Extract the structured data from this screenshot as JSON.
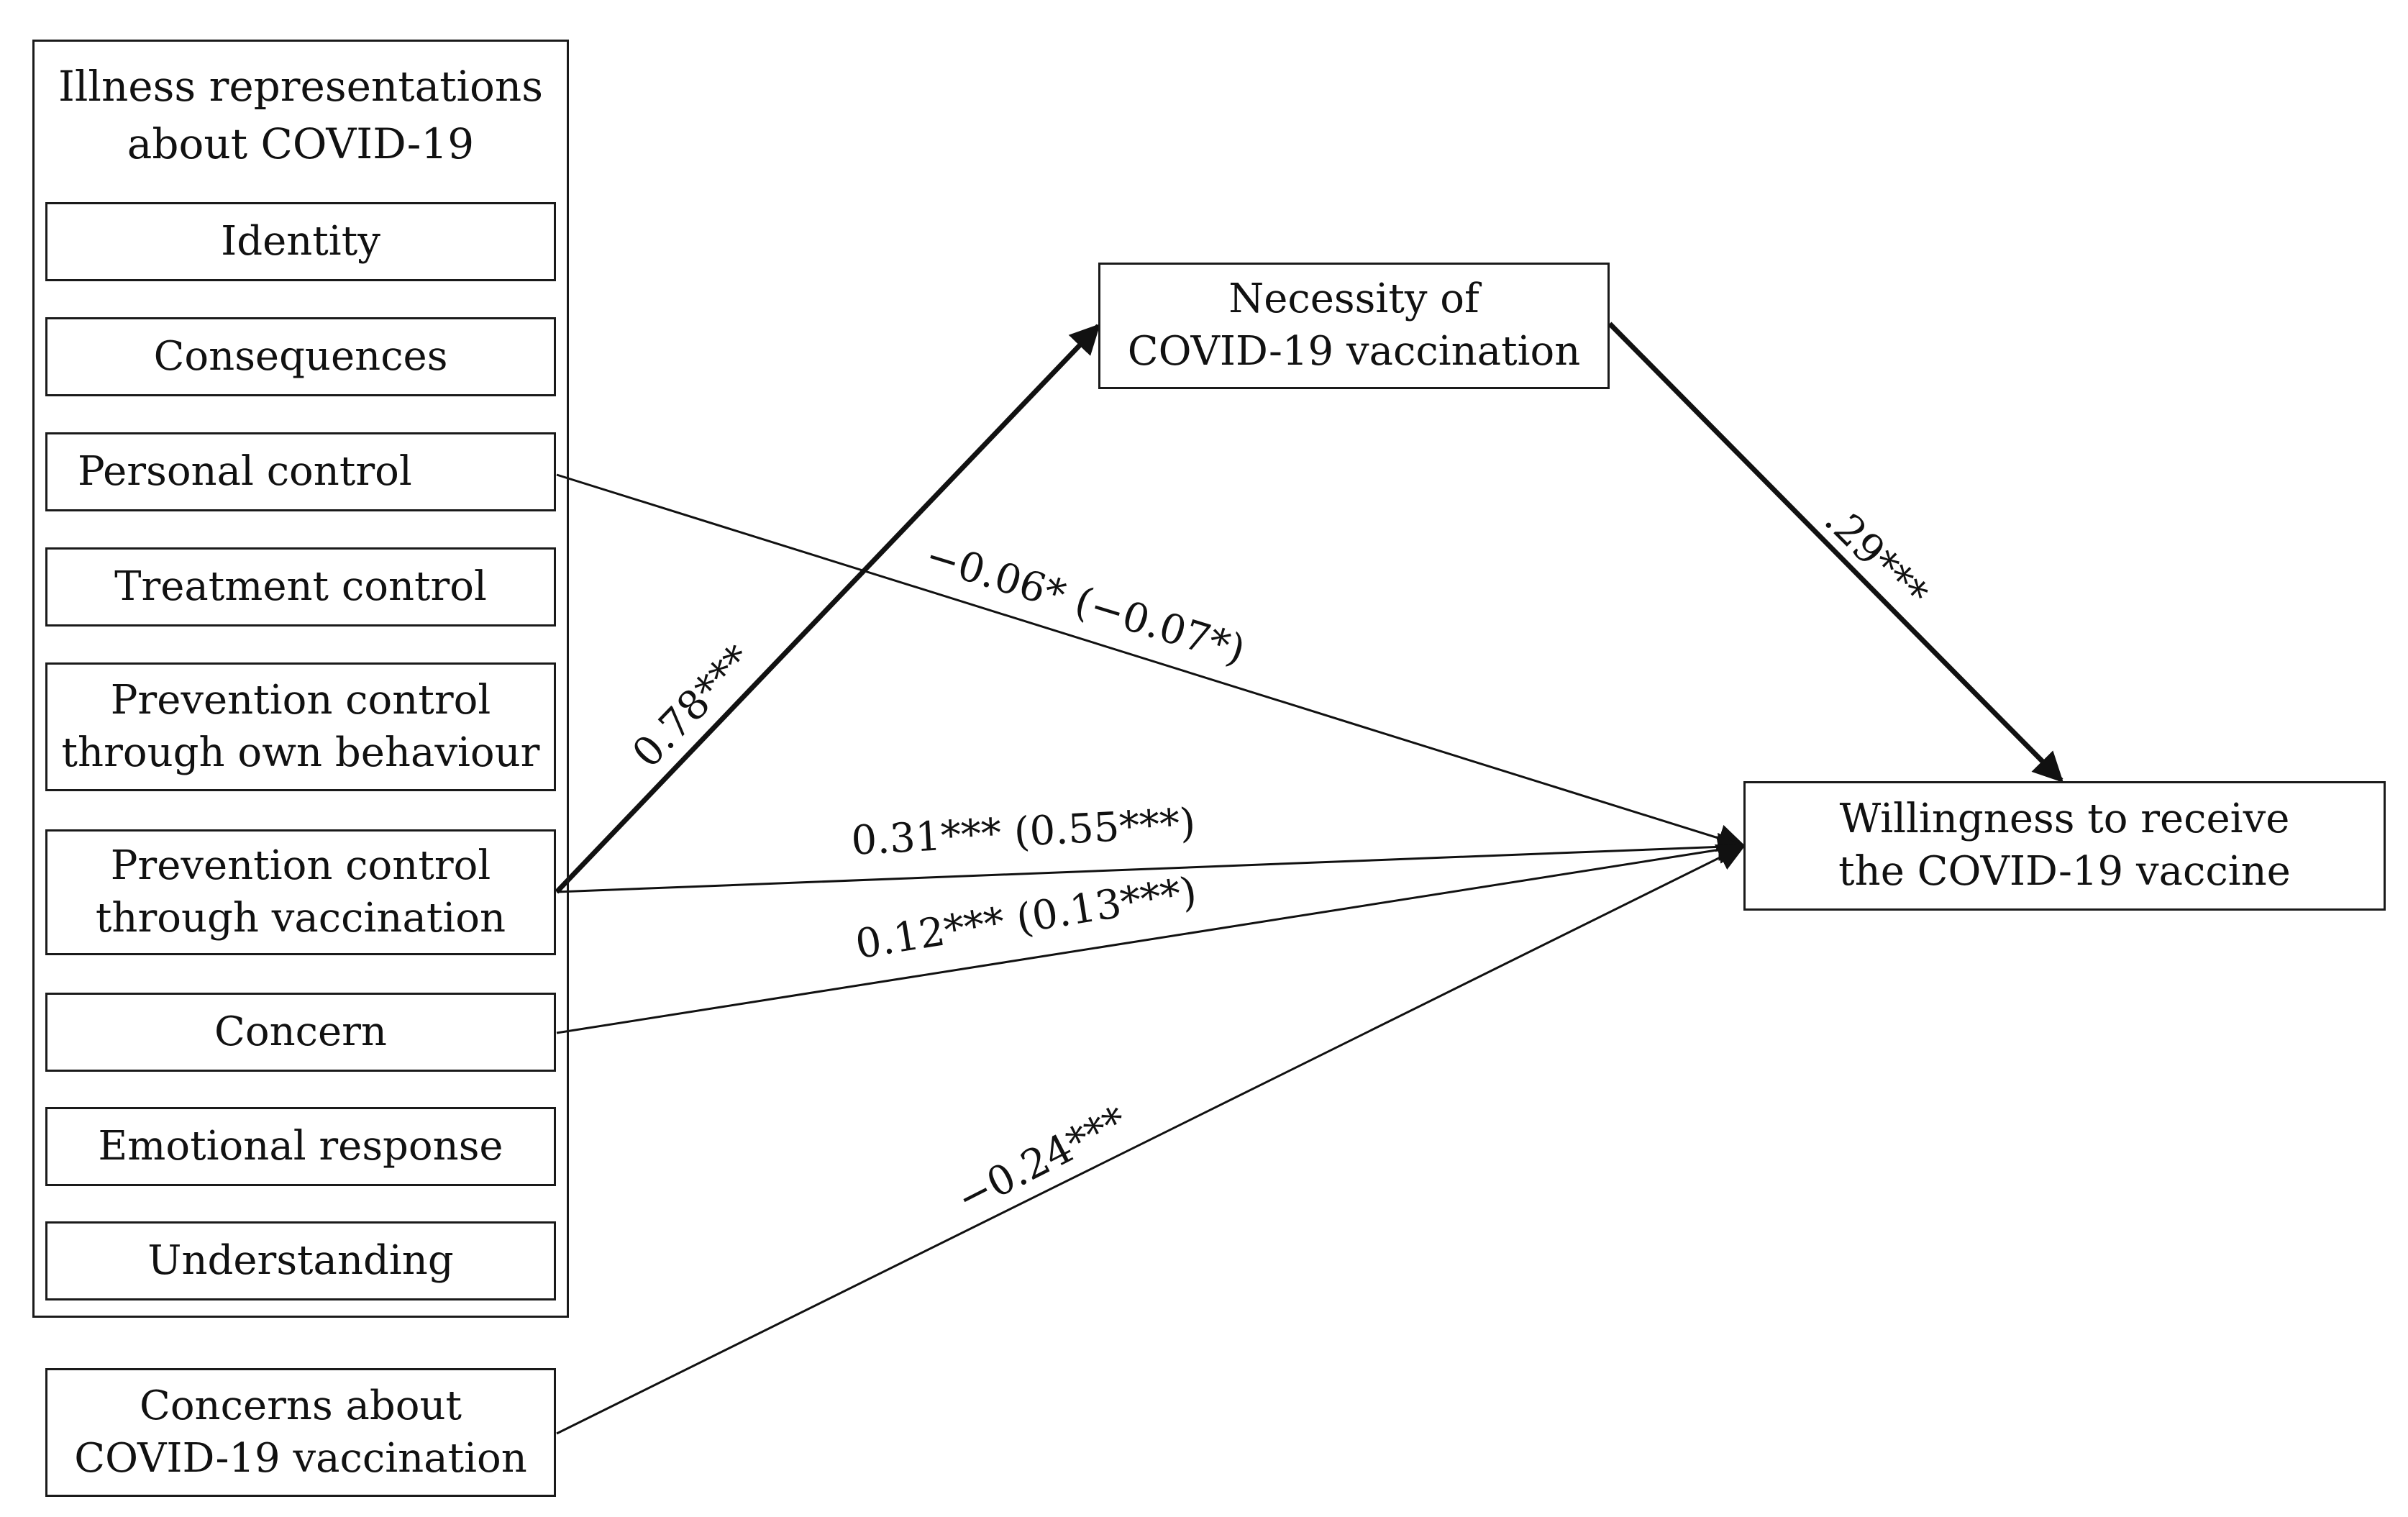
{
  "group": {
    "title": "Illness representations\nabout COVID-19",
    "items": [
      "Identity",
      "Consequences",
      "Personal control",
      "Treatment control",
      "Prevention control\nthrough own behaviour",
      "Prevention control\nthrough vaccination",
      "Concern",
      "Emotional response",
      "Understanding"
    ]
  },
  "nodes": {
    "concerns_vaccination": "Concerns about\nCOVID-19 vaccination",
    "necessity": "Necessity of\nCOVID-19 vaccination",
    "willingness": "Willingness to receive\nthe COVID-19 vaccine"
  },
  "paths": {
    "prevention_to_necessity": "0.78***",
    "necessity_to_willingness": ".29***",
    "personal_control_to_willingness": "−0.06* (−0.07*)",
    "prevention_to_willingness": "0.31*** (0.55***)",
    "concern_to_willingness": "0.12*** (0.13***)",
    "concerns_vaccination_to_willingness": "−0.24***"
  },
  "colors": {
    "line": "#111111",
    "border": "#1a1a1a"
  }
}
